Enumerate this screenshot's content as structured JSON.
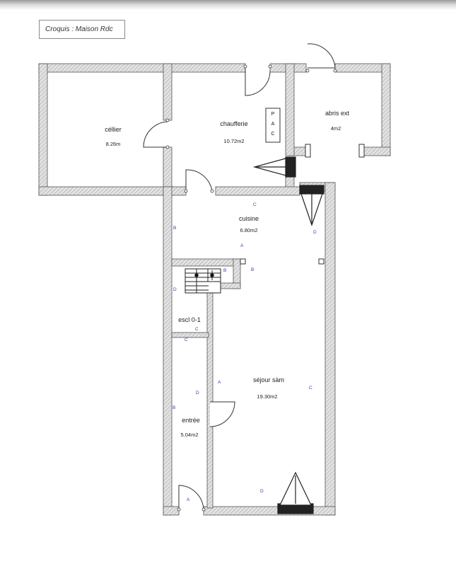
{
  "title": "Croquis : Maison Rdc",
  "rooms": [
    {
      "name": "céllier",
      "area": "8.26m"
    },
    {
      "name": "chaufferie",
      "area": "10.72m2"
    },
    {
      "name": "abris ext",
      "area": "4m2"
    },
    {
      "name": "cuisine",
      "area": "6.80m2"
    },
    {
      "name": "escl 0-1",
      "area": ""
    },
    {
      "name": "séjour sàm",
      "area": "19.30m2"
    },
    {
      "name": "entrée",
      "area": "5.04m2"
    }
  ],
  "equipment": {
    "pac_letters": [
      "P",
      "A",
      "C"
    ]
  },
  "markers": [
    "C",
    "B",
    "D",
    "A",
    "B",
    "B",
    "D",
    "C",
    "C",
    "A",
    "D",
    "C",
    "B",
    "D",
    "A"
  ],
  "colors": {
    "wall_border": "#555555",
    "wall_fill": "#d9d9d9",
    "marker": "#3b3bb0"
  }
}
